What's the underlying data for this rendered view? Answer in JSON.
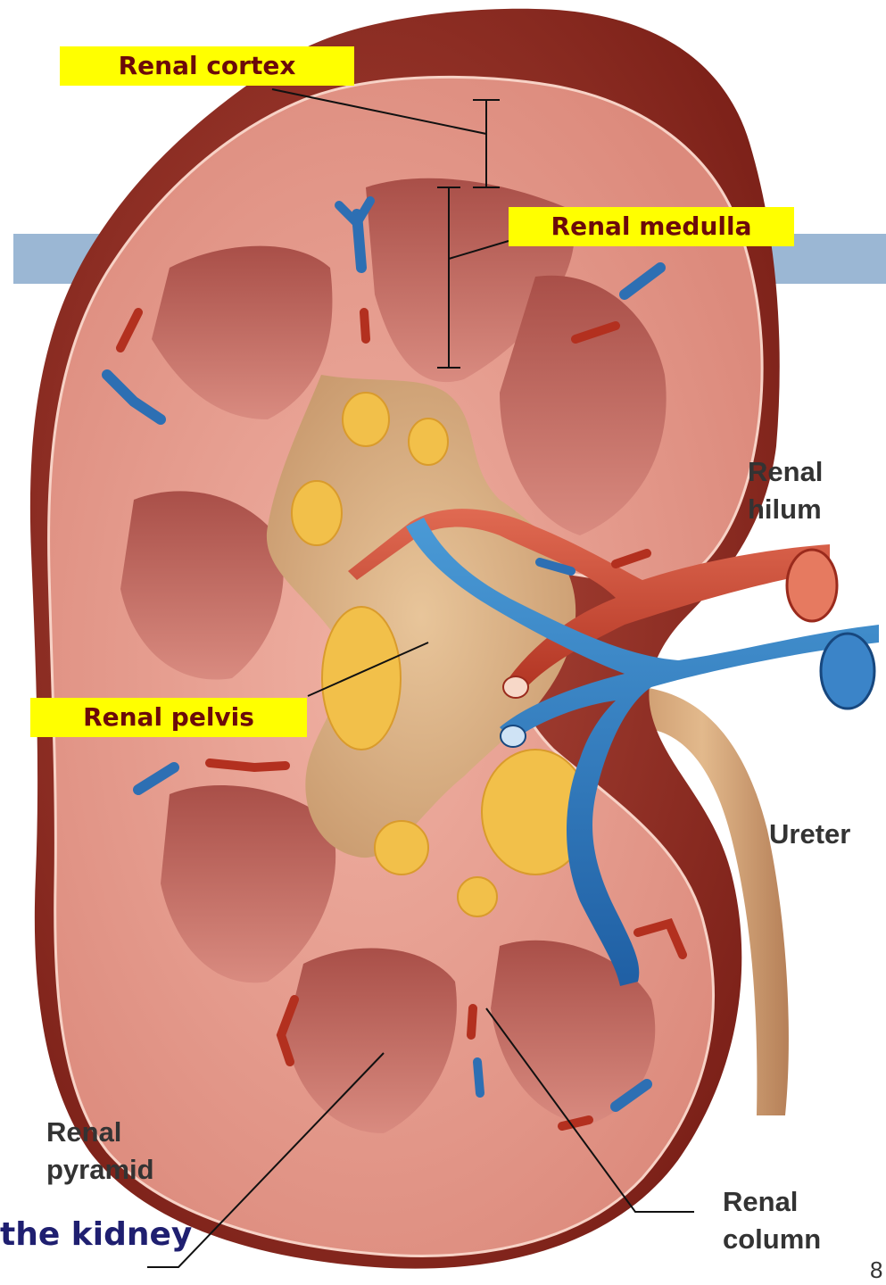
{
  "labels": {
    "renal_cortex": "Renal cortex",
    "renal_medulla": "Renal medulla",
    "renal_hilum_1": "Renal",
    "renal_hilum_2": "hilum",
    "renal_pelvis": "Renal pelvis",
    "ureter": "Ureter",
    "renal_pyramid_1": "Renal",
    "renal_pyramid_2": "pyramid",
    "renal_column_1": "Renal",
    "renal_column_2": "column"
  },
  "footer": {
    "title_fragment": "the kidney",
    "page_number": "8"
  },
  "colors": {
    "highlight": "#ffff00",
    "highlight_text": "#6b0a0a",
    "band": "#9bb7d4",
    "label_text": "#333333",
    "footer_text": "#1f1f70"
  }
}
